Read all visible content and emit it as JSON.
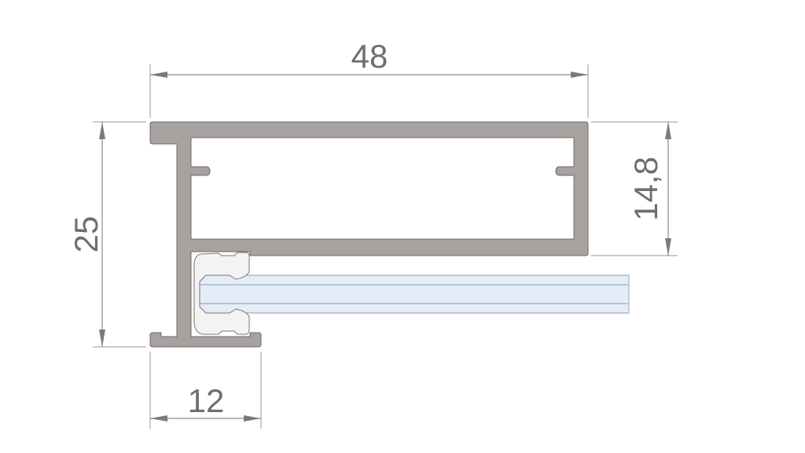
{
  "dimensions": {
    "width_total": "48",
    "height_total": "25",
    "box_height": "14,8",
    "bottom_width": "12"
  },
  "colors": {
    "profile": "#a7a19f",
    "profile_outline": "#6f6a68",
    "glass": "#e3edf7",
    "dimension_text": "#6e6e6e"
  }
}
